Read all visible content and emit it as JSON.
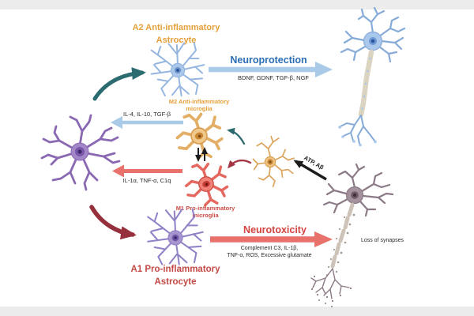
{
  "labels": {
    "a2_line1": "A2 Anti-inflammatory",
    "a2_line2": "Astrocyte",
    "m2_line1": "M2 Anti-inflammatory",
    "m2_line2": "microglia",
    "m1_line1": "M1 Pro-inflammatory",
    "m1_line2": "microglia",
    "a1_line1": "A1 Pro-inflammatory",
    "a1_line2": "Astrocyte",
    "neuroprotection_title": "Neuroprotection",
    "neuroprotection_factors": "BDNF, GDNF, TGF-β, NGF",
    "neurotoxicity_title": "Neurotoxicity",
    "neurotoxicity_factors_line1": "Complement C3, IL-1β,",
    "neurotoxicity_factors_line2": "TNF-α, ROS, Excessive glutamate",
    "anti_inflammatory_cytokines": "IL-4, IL-10, TGF-β",
    "pro_inflammatory_cytokines": "IL-1α, TNF-α, C1q",
    "atp_signal": "ATP, Aβ",
    "loss_of_synapses": "Loss of synapses"
  },
  "colors": {
    "background": "#ffffff",
    "frame_band": "#ececec",
    "anti_inflammatory_orange": "#e5a03a",
    "pro_inflammatory_red": "#c44a45",
    "neuroprotection_blue": "#2a6db4",
    "neurotoxicity_red": "#d24440",
    "blue_arrow": "#a9cbe8",
    "salmon_arrow": "#e8716b",
    "teal_arrow": "#2c6b70",
    "maroon_arrow": "#96303c",
    "black_arrow": "#1c1c1c",
    "a2_astrocyte": "#a9c6ea",
    "a1_astrocyte": "#a794ce",
    "m2_microglia": "#f0c88b",
    "m1_microglia": "#f08078",
    "resting_microglia": "#eec27f",
    "healthy_neuron": "#aac8ec",
    "damaged_neuron": "#a3919d",
    "left_neuron": "#a286c8",
    "myelin": "#dbd4c0"
  },
  "illustrations": {
    "a2_astrocyte": "light-blue astrocyte cell",
    "a1_astrocyte": "purple astrocyte cell",
    "m2_microglia": "tan amoeboid microglia",
    "m1_microglia": "red amoeboid microglia",
    "resting_microglia": "tan ramified resting microglia",
    "left_neuron": "purple neuron",
    "healthy_neuron": "blue neuron with myelinated axon",
    "damaged_neuron": "grey-purple neuron with degenerating axon"
  }
}
